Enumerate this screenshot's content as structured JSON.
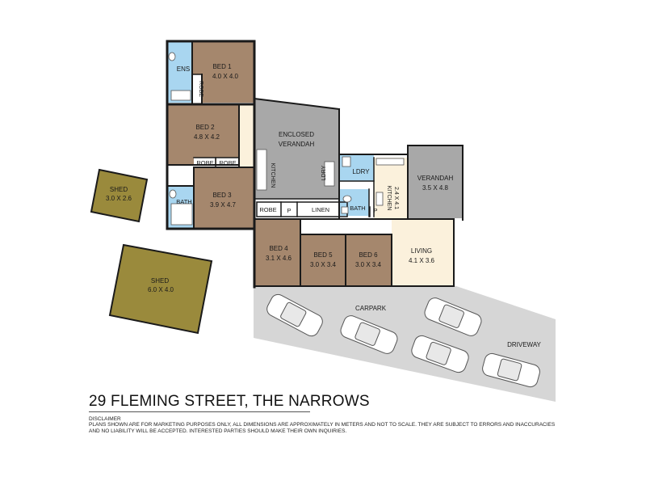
{
  "plan": {
    "rooms": {
      "bed1": {
        "name": "BED 1",
        "size": "4.0 X 4.0"
      },
      "ens": {
        "name": "ENS"
      },
      "robe_ens": {
        "name": "ROBE"
      },
      "bed2": {
        "name": "BED 2",
        "size": "4.8 X 4.2"
      },
      "robe_a": {
        "name": "ROBE"
      },
      "robe_b": {
        "name": "ROBE"
      },
      "bath1": {
        "name": "BATH"
      },
      "bed3": {
        "name": "BED 3",
        "size": "3.9 X 4.7"
      },
      "enclosed_verandah": {
        "line1": "ENCLOSED",
        "line2": "VERANDAH"
      },
      "kitchen1": {
        "name": "KITCHEN"
      },
      "ldry1": {
        "name": "LDRY"
      },
      "ldry2": {
        "name": "LDRY"
      },
      "bath2": {
        "name": "BATH"
      },
      "p1": {
        "name": "P"
      },
      "p2": {
        "name": "P"
      },
      "robe_c": {
        "name": "ROBE"
      },
      "linen": {
        "name": "LINEN"
      },
      "kitchen2": {
        "name": "KITCHEN",
        "size": "2.4 X 4.1"
      },
      "verandah": {
        "name": "VERANDAH",
        "size": "3.5 X 4.8"
      },
      "bed4": {
        "name": "BED 4",
        "size": "3.1 X 4.6"
      },
      "bed5": {
        "name": "BED 5",
        "size": "3.0 X 3.4"
      },
      "bed6": {
        "name": "BED 6",
        "size": "3.0 X 3.4"
      },
      "living": {
        "name": "LIVING",
        "size": "4.1 X 3.6"
      },
      "shed_small": {
        "name": "SHED",
        "size": "3.0 X 2.6"
      },
      "shed_large": {
        "name": "SHED",
        "size": "6.0 X 4.0"
      }
    },
    "outdoor": {
      "carpark": "CARPARK",
      "driveway": "DRIVEWAY"
    },
    "colors": {
      "bedroom": "#a5876d",
      "wet": "#a9d6f0",
      "verandah": "#a8a8a8",
      "living": "#fbf1dc",
      "shed": "#9a8a3c",
      "carpark": "#d6d6d6",
      "wall": "#1a1a1a"
    }
  },
  "footer": {
    "title": "29 FLEMING STREET, THE NARROWS",
    "disclaimer_heading": "DISCLAIMER",
    "disclaimer_text": "PLANS SHOWN ARE FOR MARKETING PURPOSES ONLY, ALL DIMENSIONS ARE APPROXIMATELY IN METERS AND NOT TO SCALE. THEY ARE SUBJECT TO ERRORS AND INACCURACIES AND NO LIABILITY WILL BE ACCEPTED. INTERESTED PARTIES SHOULD MAKE THEIR OWN INQUIRIES."
  }
}
